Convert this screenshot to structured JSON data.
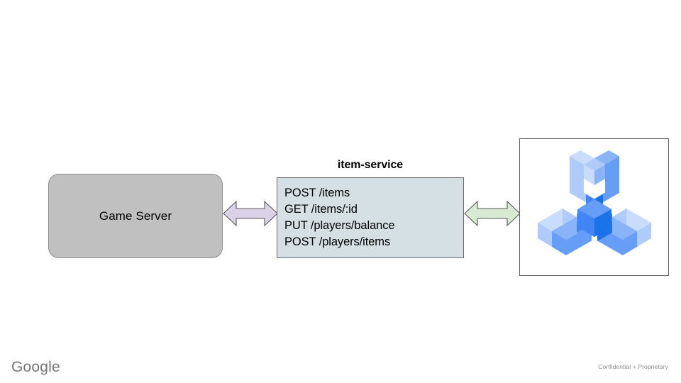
{
  "slide": {
    "background_color": "#ffffff"
  },
  "diagram": {
    "type": "architecture-flow",
    "nodes": [
      {
        "id": "game-server",
        "label": "Game Server",
        "shape": "rounded-rectangle",
        "fill_color": "#c0c0c0",
        "border_color": "#8e8e8e"
      },
      {
        "id": "item-service",
        "title": "item-service",
        "shape": "rectangle",
        "fill_color": "#d4e0e3",
        "border_color": "#6b6b6b",
        "endpoints": [
          "POST /items",
          "GET /items/:id",
          "PUT /players/balance",
          "POST /players/items"
        ]
      },
      {
        "id": "spanner-logo-panel",
        "icon": "cloud-spanner-icon",
        "shape": "rectangle",
        "fill_color": "#ffffff",
        "border_color": "#5f6368",
        "logo_colors": {
          "light": "#aecbfa",
          "medium": "#669df6",
          "dark": "#1a73e8",
          "mid_dark": "#4285f4"
        }
      }
    ],
    "connectors": [
      {
        "id": "game-server-to-item-service",
        "style": "double-headed-arrow",
        "fill_color": "#d9d2e9",
        "border_color": "#595959"
      },
      {
        "id": "item-service-to-spanner",
        "style": "double-headed-arrow",
        "fill_color": "#d9ead3",
        "border_color": "#595959"
      }
    ]
  },
  "footer": {
    "logo_text": "Google",
    "confidentiality": "Confidential + Proprietary"
  }
}
